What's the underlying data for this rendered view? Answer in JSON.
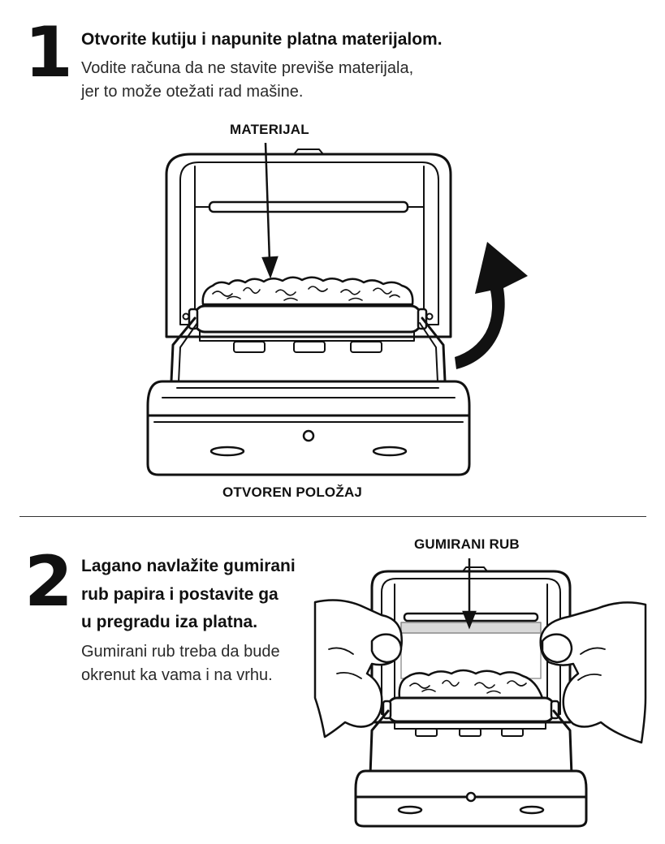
{
  "step1": {
    "number": "1",
    "title": "Otvorite kutiju i napunite platna materijalom.",
    "desc_line1": "Vodite računa da ne stavite previše materijala,",
    "desc_line2": "jer to može otežati rad mašine.",
    "label_material": "MATERIJAL",
    "label_position": "OTVOREN POLOŽAJ"
  },
  "step2": {
    "number": "2",
    "title_line1": "Lagano navlažite gumirani",
    "title_line2": "rub papira i postavite ga",
    "title_line3": "u pregradu iza platna.",
    "desc_line1": "Gumirani rub treba da bude",
    "desc_line2": "okrenut ka vama i na vrhu.",
    "label_gum": "GUMIRANI RUB"
  },
  "colors": {
    "ink": "#111111",
    "paper": "#ffffff",
    "gum_strip": "#d9d9d9"
  },
  "icons": {
    "rotation_arrow": "curved-up-arrow-icon",
    "pointer_arrow": "down-arrow-icon"
  }
}
